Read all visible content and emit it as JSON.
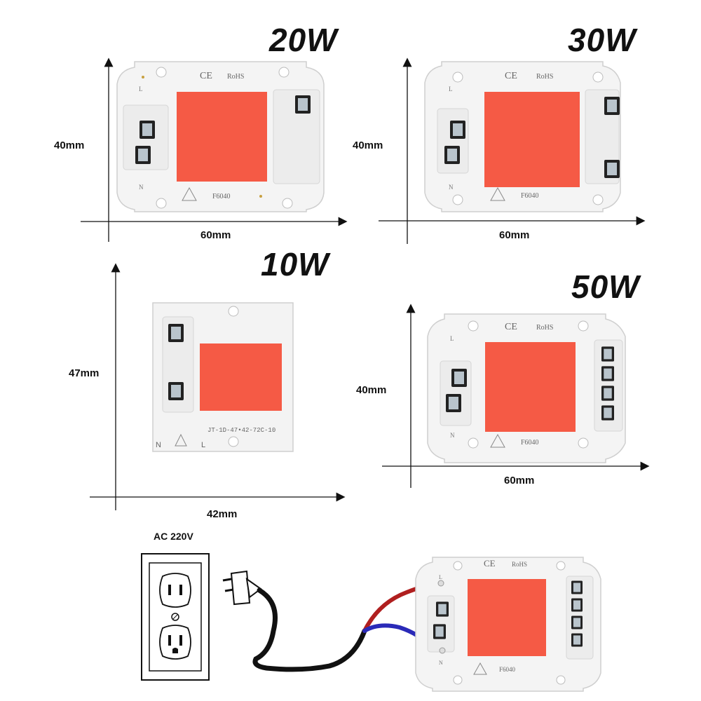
{
  "modules": [
    {
      "id": "20w",
      "watt_label": "20W",
      "height_label": "40mm",
      "width_label": "60mm",
      "marks": {
        "ce": "CE",
        "rohs": "RoHS",
        "model": "F6040",
        "l": "L",
        "n": "N"
      }
    },
    {
      "id": "30w",
      "watt_label": "30W",
      "height_label": "40mm",
      "width_label": "60mm",
      "marks": {
        "ce": "CE",
        "rohs": "RoHS",
        "model": "F6040",
        "l": "L",
        "n": "N"
      }
    },
    {
      "id": "10w",
      "watt_label": "10W",
      "height_label": "47mm",
      "width_label": "42mm",
      "marks": {
        "model": "JT-1D-47•42-72C-10",
        "l": "L",
        "n": "N"
      }
    },
    {
      "id": "50w",
      "watt_label": "50W",
      "height_label": "40mm",
      "width_label": "60mm",
      "marks": {
        "ce": "CE",
        "rohs": "RoHS",
        "model": "F6040",
        "l": "L",
        "n": "N"
      }
    }
  ],
  "wiring": {
    "supply_label": "AC 220V",
    "module_marks": {
      "ce": "CE",
      "rohs": "RoHS",
      "model": "F6040",
      "l": "L",
      "n": "N"
    }
  },
  "colors": {
    "led": "#f55a45",
    "board": "#f4f4f4",
    "wire_live": "#b01f1f",
    "wire_neutral": "#2a2ab8",
    "cable": "#111111"
  }
}
